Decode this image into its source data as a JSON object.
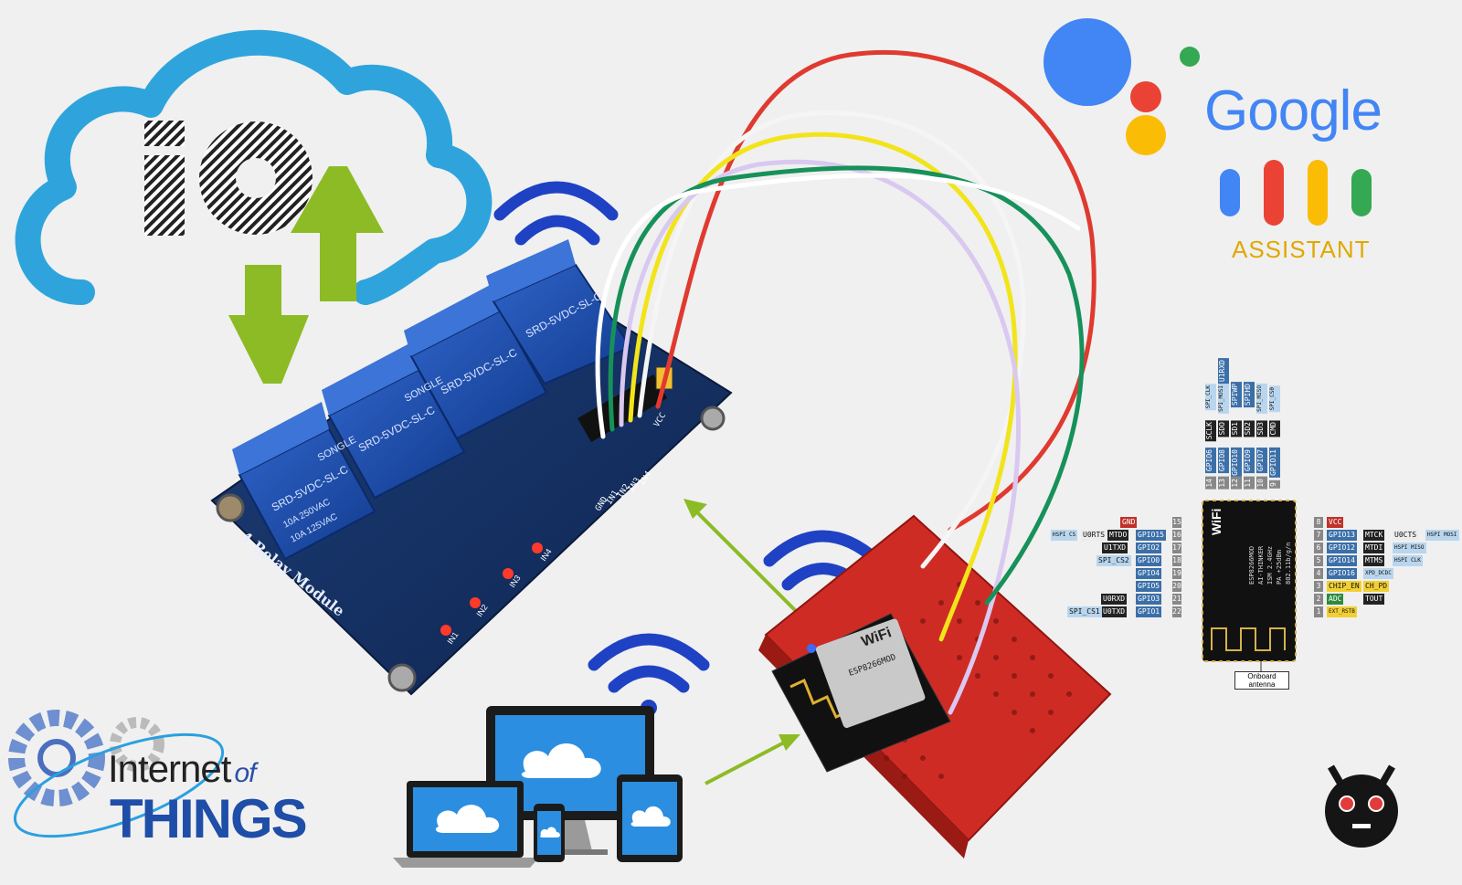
{
  "google": {
    "wordmark": "Google",
    "subtitle": "ASSISTANT",
    "colors": {
      "blue": "#4285F4",
      "red": "#EA4335",
      "yellow": "#FBBC05",
      "green": "#34A853"
    }
  },
  "iot_logo": {
    "line1_a": "Internet",
    "line1_b": "of",
    "line2": "THINGS"
  },
  "adafruit_io": {
    "icon": "cloud-icon",
    "logo_text": "iO"
  },
  "relay_module": {
    "board_label": "4 Relay Module",
    "relay_text": [
      "SRD-5VDC-SL-C",
      "SONGLE",
      "10A 250VAC",
      "10A 125VAC"
    ],
    "pin_labels": [
      "GND",
      "IN1",
      "IN2",
      "IN3",
      "IN4",
      "VCC"
    ],
    "led_labels": [
      "IN1",
      "IN2",
      "IN3",
      "IN4"
    ]
  },
  "esp_module": {
    "shield_text": "WiFi",
    "model": "ESP8266MOD",
    "vendor": "AI-THINKER",
    "specs": [
      "ISM 2.4GHz",
      "PA +25dBm",
      "802.11b/g/n"
    ],
    "antenna_label": "Onboard antenna"
  },
  "pinout": {
    "top_pins": [
      {
        "num": "14",
        "gpio": "GPIO6",
        "func": "SCLK",
        "alt": "SPI_CLK"
      },
      {
        "num": "13",
        "gpio": "GPIO8",
        "func": "SDO",
        "alt": "SPI_MOSI",
        "alt2": "U1RXD"
      },
      {
        "num": "12",
        "gpio": "GPIO10",
        "func": "SD1",
        "alt": "SPIWP"
      },
      {
        "num": "11",
        "gpio": "GPIO9",
        "func": "SD2",
        "alt": "SPIHD"
      },
      {
        "num": "10",
        "gpio": "GPIO7",
        "func": "SD3",
        "alt": "SPI_MISO"
      },
      {
        "num": "9",
        "gpio": "GPIO11",
        "func": "CMD",
        "alt": "SPI_CS0"
      }
    ],
    "left_pins": [
      {
        "num": "15",
        "gpio": "GND",
        "func": "",
        "alt": ""
      },
      {
        "num": "16",
        "gpio": "GPIO15",
        "func": "MTDO",
        "alt": "U0RTS",
        "note": "HSPI CS"
      },
      {
        "num": "17",
        "gpio": "GPIO2",
        "func": "U1TXD",
        "alt": ""
      },
      {
        "num": "18",
        "gpio": "GPIO0",
        "func": "SPI_CS2",
        "alt": ""
      },
      {
        "num": "19",
        "gpio": "GPIO4",
        "func": "",
        "alt": ""
      },
      {
        "num": "20",
        "gpio": "GPIO5",
        "func": "",
        "alt": ""
      },
      {
        "num": "21",
        "gpio": "GPIO3",
        "func": "U0RXD",
        "alt": ""
      },
      {
        "num": "22",
        "gpio": "GPIO1",
        "func": "U0TXD",
        "alt": "SPI_CS1"
      }
    ],
    "right_pins": [
      {
        "num": "8",
        "gpio": "VCC",
        "func": "",
        "alt": ""
      },
      {
        "num": "7",
        "gpio": "GPIO13",
        "func": "MTCK",
        "alt": "U0CTS",
        "note": "HSPI MOSI"
      },
      {
        "num": "6",
        "gpio": "GPIO12",
        "func": "MTDI",
        "alt": "",
        "note": "HSPI MISO"
      },
      {
        "num": "5",
        "gpio": "GPIO14",
        "func": "MTMS",
        "alt": "",
        "note": "HSPI CLK"
      },
      {
        "num": "4",
        "gpio": "GPIO16",
        "func": "XPD_DCDC",
        "alt": ""
      },
      {
        "num": "3",
        "gpio": "CHIP_EN",
        "func": "CH_PD",
        "alt": ""
      },
      {
        "num": "2",
        "gpio": "ADC",
        "func": "TOUT",
        "alt": ""
      },
      {
        "num": "1",
        "gpio": "EXT_RSTB",
        "func": "",
        "alt": ""
      }
    ]
  }
}
